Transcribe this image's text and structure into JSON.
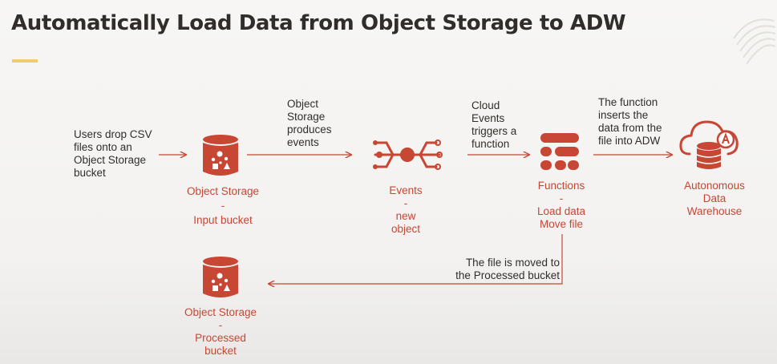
{
  "title": "Automatically Load Data from Object Storage to ADW",
  "colors": {
    "accent": "#c74634",
    "title_underline": "#f0cc71",
    "text": "#312d2a"
  },
  "steps": {
    "users_drop": [
      "Users drop CSV",
      "files onto an",
      "Object Storage",
      "bucket"
    ],
    "produces_events": [
      "Object",
      "Storage",
      "produces",
      "events"
    ],
    "cloud_events": [
      "Cloud",
      "Events",
      "triggers a",
      "function"
    ],
    "function_inserts": [
      "The function",
      "inserts the",
      "data from the",
      "file into ADW"
    ],
    "file_moved": [
      "The file is moved to",
      "the Processed bucket"
    ]
  },
  "nodes": {
    "input_bucket": {
      "icon": "object-storage-icon",
      "label": [
        "Object Storage",
        "-",
        "Input bucket"
      ]
    },
    "events": {
      "icon": "events-icon",
      "label": [
        "Events",
        "-",
        "new",
        "object"
      ]
    },
    "functions": {
      "icon": "functions-icon",
      "label": [
        "Functions",
        "-",
        "Load data",
        "Move file"
      ]
    },
    "adw": {
      "icon": "autonomous-database-icon",
      "label": [
        "Autonomous",
        "Data",
        "Warehouse"
      ]
    },
    "processed_bucket": {
      "icon": "object-storage-icon",
      "label": [
        "Object Storage",
        "-",
        "Processed",
        "bucket"
      ]
    }
  }
}
